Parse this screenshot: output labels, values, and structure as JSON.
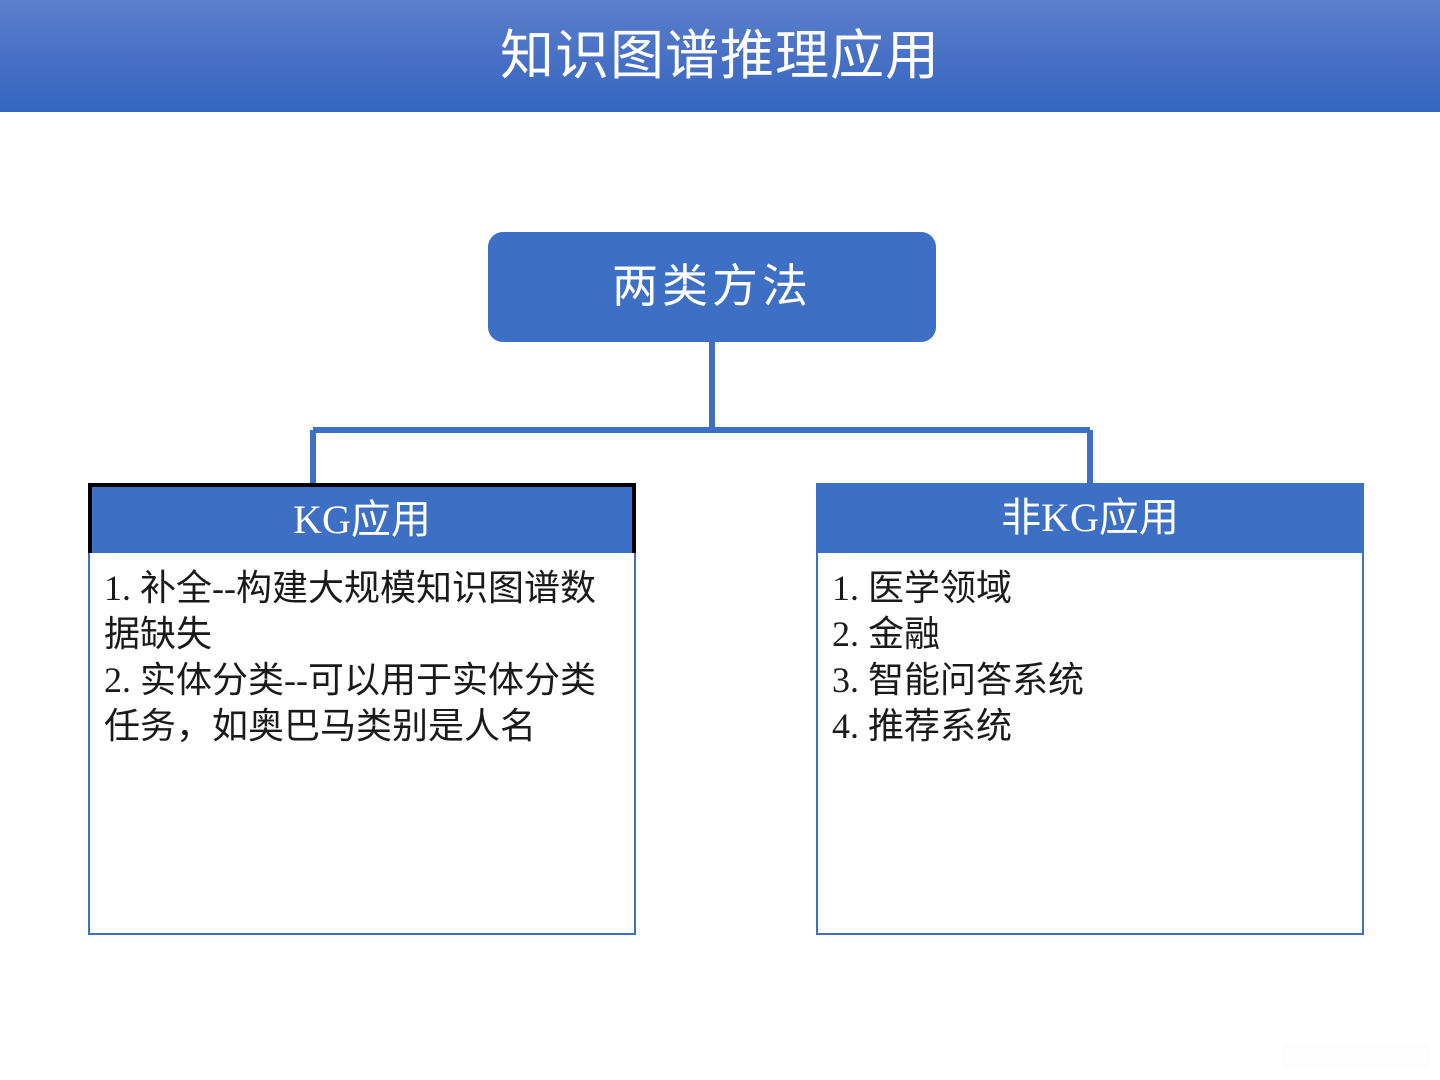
{
  "slide": {
    "title": "知识图谱推理应用",
    "title_color": "#ffffff",
    "header_gradient_top": "#5b7fcb",
    "header_gradient_bottom": "#3566c0",
    "background_color": "#ffffff"
  },
  "diagram": {
    "type": "tree",
    "accent_color": "#3d6fc4",
    "connector_color": "#3d6fc4",
    "root": {
      "label": "两类方法"
    },
    "children": [
      {
        "header": "KG应用",
        "outline_color": "#000000",
        "items": [
          "1. 补全--构建大规模知识图谱数据缺失",
          "2. 实体分类--可以用于实体分类任务，如奥巴马类别是人名"
        ]
      },
      {
        "header": "非KG应用",
        "outline_color": "#3d6fc4",
        "items": [
          "1. 医学领域",
          "2. 金融",
          "3. 智能问答系统",
          "4. 推荐系统"
        ]
      }
    ]
  }
}
